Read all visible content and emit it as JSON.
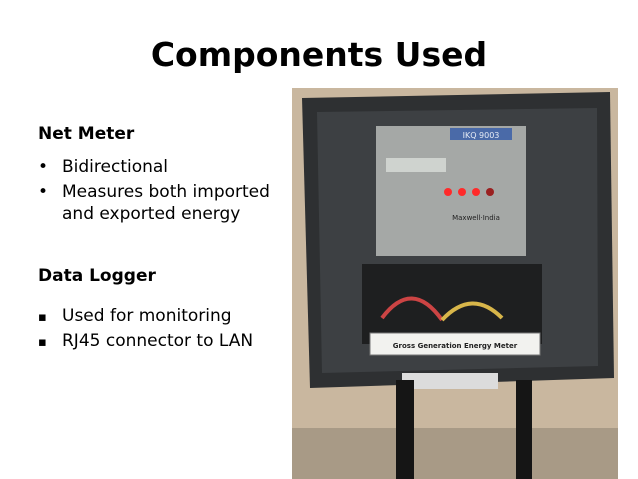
{
  "slide": {
    "title": "Components Used"
  },
  "sections": [
    {
      "heading": "Net Meter",
      "bullets": [
        "Bidirectional",
        "Measures both imported and exported energy"
      ]
    },
    {
      "heading": "Data Logger",
      "bullets": [
        "Used for monitoring",
        "RJ45 connector to LAN"
      ]
    }
  ],
  "photo": {
    "meter_brand": "Maxwell·India",
    "meter_model": "IKQ 9003",
    "meter_label": "Gross Generation Energy Meter"
  },
  "colors": {
    "background": "#ffffff",
    "text": "#000000",
    "led": "#ff2a2a"
  }
}
